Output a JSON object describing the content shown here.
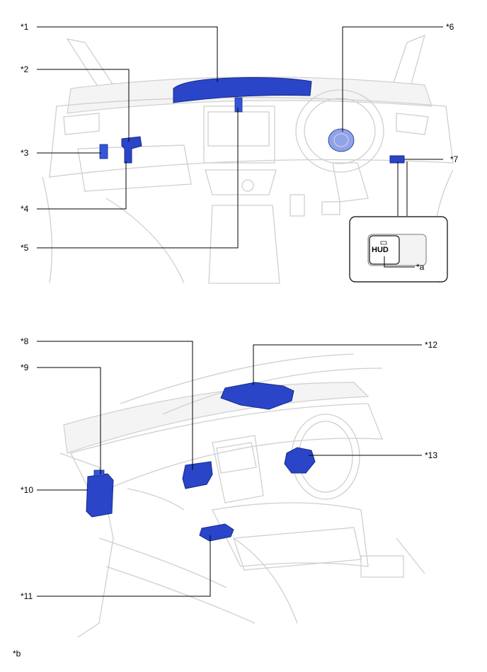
{
  "callouts": {
    "c1": "*1",
    "c2": "*2",
    "c3": "*3",
    "c4": "*4",
    "c5": "*5",
    "c6": "*6",
    "c7": "*7",
    "ca": "*a",
    "c8": "*8",
    "c9": "*9",
    "c10": "*10",
    "c11": "*11",
    "c12": "*12",
    "c13": "*13",
    "cb": "*b"
  },
  "inset": {
    "button_text": "HUD"
  },
  "colors": {
    "highlight": "#2b45c8",
    "ghost_line": "#cfcfcf",
    "leader": "#000000"
  }
}
